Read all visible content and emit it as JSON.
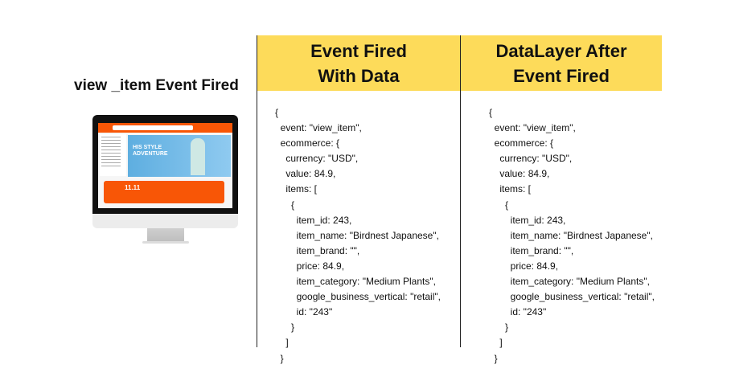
{
  "left": {
    "title": "view _item Event Fired"
  },
  "columns": [
    {
      "heading_line1": "Event Fired",
      "heading_line2": "With Data",
      "code": "{\n  event: \"view_item\",\n  ecommerce: {\n    currency: \"USD\",\n    value: 84.9,\n    items: [\n      {\n        item_id: 243,\n        item_name: \"Birdnest Japanese\",\n        item_brand: \"\",\n        price: 84.9,\n        item_category: \"Medium Plants\",\n        google_business_vertical: \"retail\",\n        id: \"243\"\n      }\n    ]\n  }"
    },
    {
      "heading_line1": "DataLayer After",
      "heading_line2": "Event Fired",
      "code": "{\n  event: \"view_item\",\n  ecommerce: {\n    currency: \"USD\",\n    value: 84.9,\n    items: [\n      {\n        item_id: 243,\n        item_name: \"Birdnest Japanese\",\n        item_brand: \"\",\n        price: 84.9,\n        item_category: \"Medium Plants\",\n        google_business_vertical: \"retail\",\n        id: \"243\"\n      }\n    ]\n  }"
    }
  ],
  "colors": {
    "header_bg": "#fddb5a",
    "site_accent": "#f85606"
  }
}
